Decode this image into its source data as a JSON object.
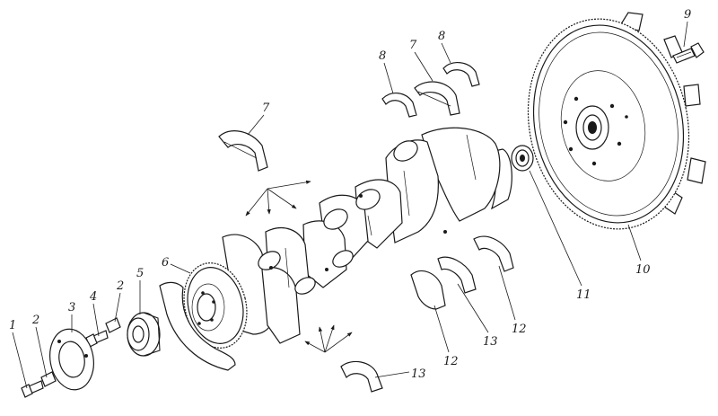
{
  "diagram": {
    "callouts": {
      "c1": "1",
      "c2a": "2",
      "c2b": "2",
      "c3": "3",
      "c4": "4",
      "c5": "5",
      "c6": "6",
      "c7a": "7",
      "c7b": "7",
      "c8a": "8",
      "c8b": "8",
      "c9": "9",
      "c10": "10",
      "c11": "11",
      "c12a": "12",
      "c12b": "12",
      "c13a": "13",
      "c13b": "13"
    }
  }
}
